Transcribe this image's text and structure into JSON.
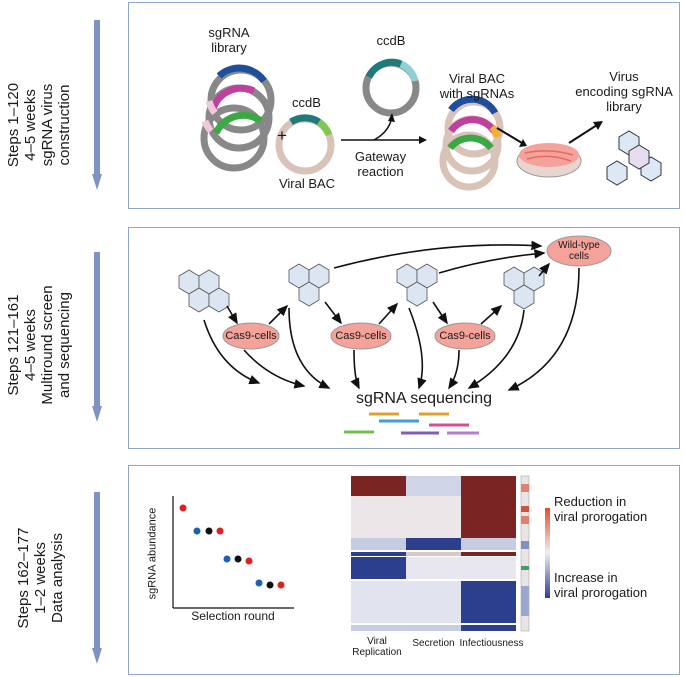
{
  "steps": [
    {
      "lines": [
        "Steps 1–120",
        "4–5 weeks",
        "sgRNA virus",
        "construction"
      ]
    },
    {
      "lines": [
        "Steps 121–161",
        "4–5 weeks",
        "Multiround screen",
        "and sequencing"
      ]
    },
    {
      "lines": [
        "Steps 162–177",
        "1–2 weeks",
        "Data analysis"
      ]
    }
  ],
  "panel1": {
    "sgrna_library": [
      "sgRNA",
      "library"
    ],
    "plus": "+",
    "ccdb_top": "ccdB",
    "ccdb_circle": "ccdB",
    "viral_bac": "Viral BAC",
    "gateway": [
      "Gateway",
      "reaction"
    ],
    "viral_bac_with": [
      "Viral BAC",
      "with sgRNAs"
    ],
    "virus_encoding": [
      "Virus",
      "encoding sgRNA",
      "library"
    ]
  },
  "panel2": {
    "wild_type": [
      "Wild-type",
      "cells"
    ],
    "cas9_cells": [
      "Cas9-cells",
      "Cas9-cells",
      "Cas9-cells"
    ],
    "sequencing": "sgRNA sequencing"
  },
  "panel3": {
    "ylabel": "sgRNA abundance",
    "xlabel": "Selection round",
    "columns": [
      "Viral",
      "Replication",
      "Secretion",
      "Infectiousness"
    ],
    "legend_top": [
      "Reduction in",
      "viral prorogation"
    ],
    "legend_bottom": [
      "Increase in",
      "viral prorogation"
    ],
    "colors": {
      "reduction": "#7a2424",
      "increase": "#2b3f8c",
      "neutral": "#e9e4e6",
      "frame": "#8fa6cc",
      "arrow": "#7f93c2"
    }
  }
}
